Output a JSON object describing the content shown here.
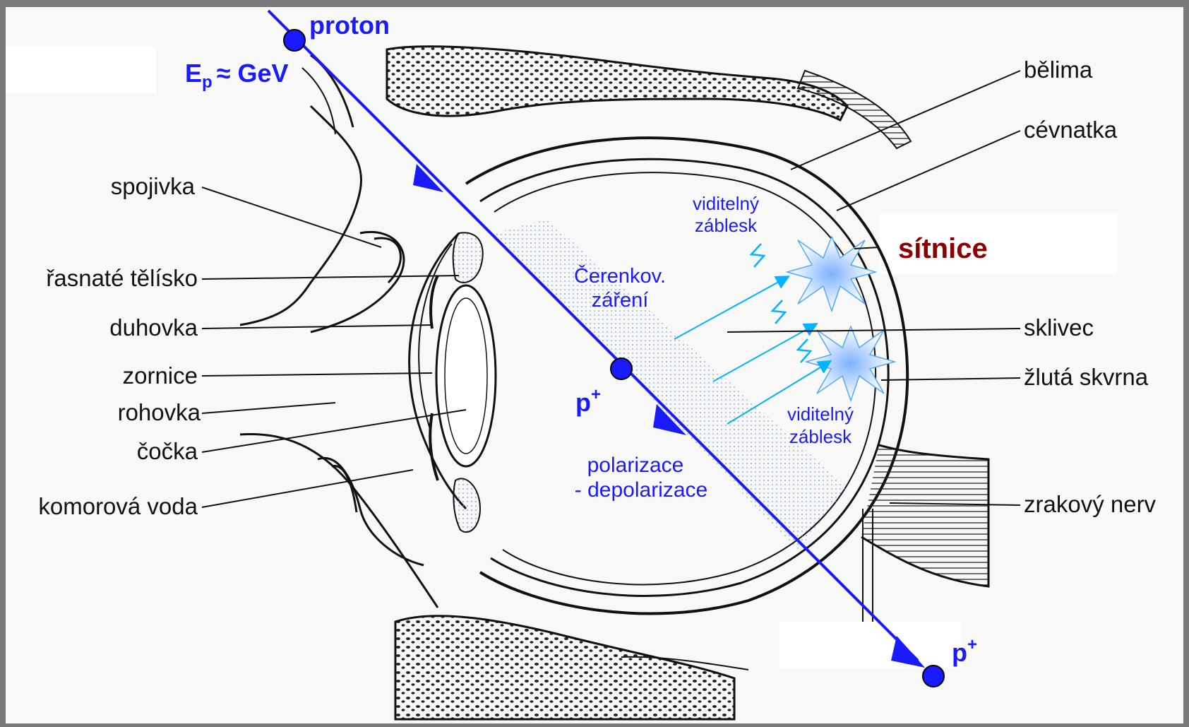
{
  "labels_left": {
    "spojivka": "spojivka",
    "rasnate": "řasnaté tělísko",
    "duhovka": "duhovka",
    "zornice": "zornice",
    "rohovka": "rohovka",
    "cocka": "čočka",
    "komorova": "komorová voda"
  },
  "labels_right": {
    "belima": "bělima",
    "cevnatka": "cévnatka",
    "sitnice": "sítnice",
    "sklivec": "sklivec",
    "zluta": "žlutá skvrna",
    "nerv": "zrakový nerv"
  },
  "physics": {
    "proton": "proton",
    "energy_e": "E",
    "energy_sub": "p",
    "energy_rest": "≈ GeV",
    "p_plus": "p",
    "plus": "+",
    "cerenkov_1": "Čerenkov.",
    "cerenkov_2": "záření",
    "flash_top_1": "viditelný",
    "flash_top_2": "záblesk",
    "flash_bot_1": "viditelný",
    "flash_bot_2": "záblesk",
    "polar_1": "polarizace",
    "polar_2": "- depolarizace"
  },
  "colors": {
    "frame": "#7a7a7a",
    "beam": "#1a1aff",
    "sitnice": "#8b0000",
    "cerenkov_ray": "#00b4ff"
  }
}
